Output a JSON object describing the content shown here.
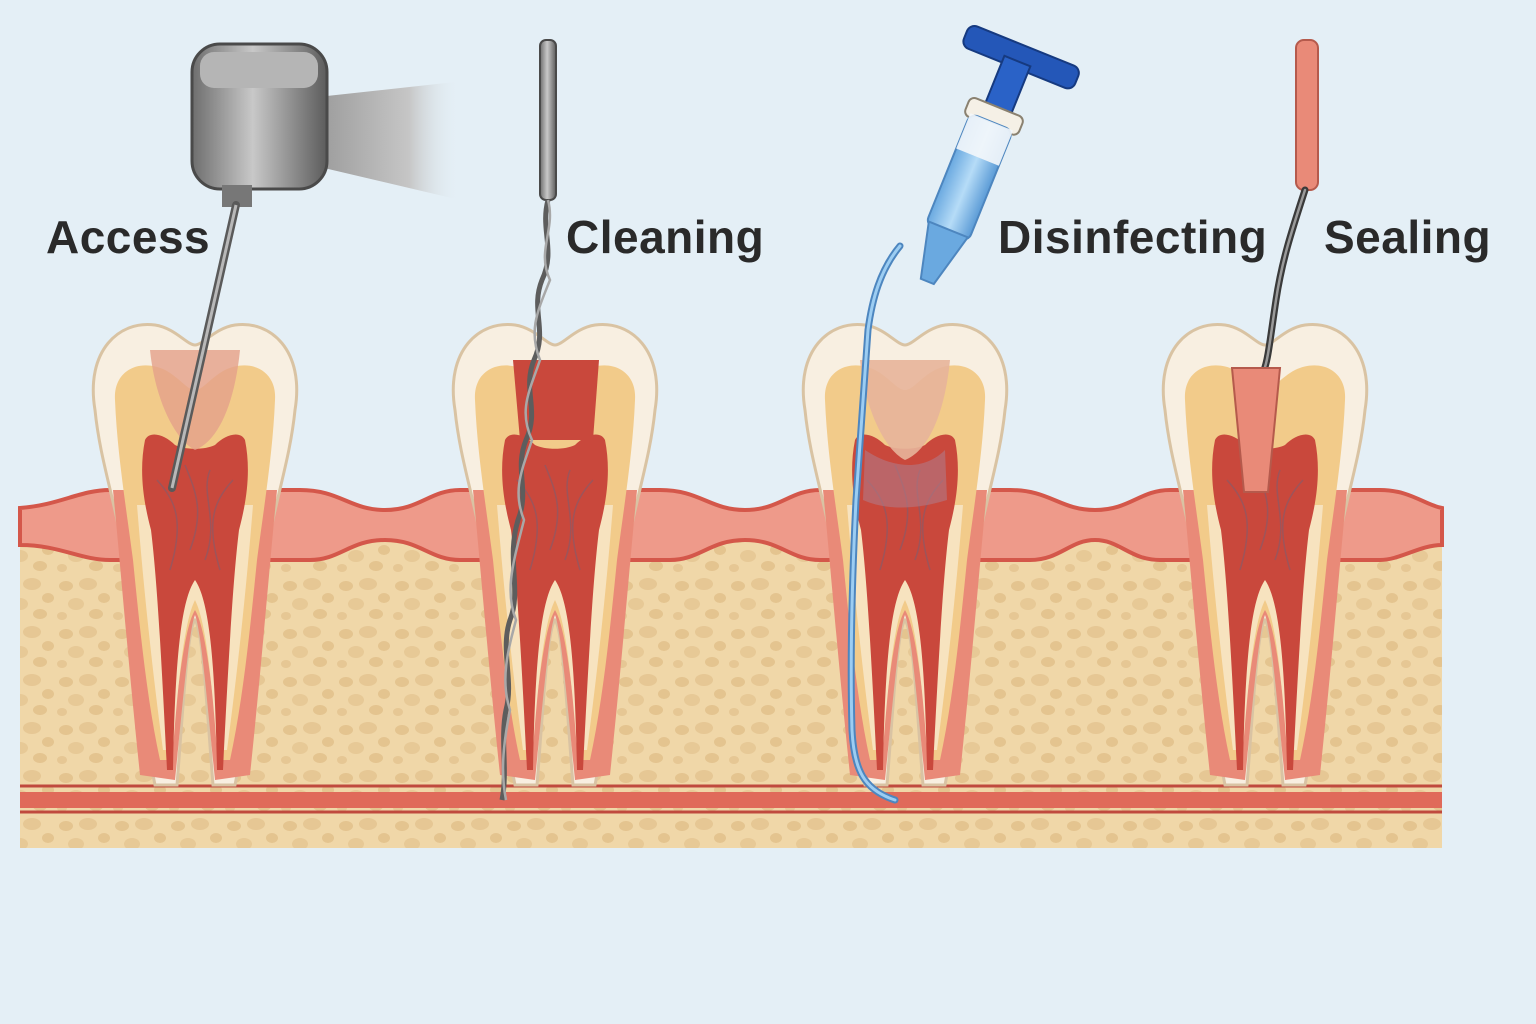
{
  "steps": [
    {
      "label": "Access",
      "instrument": "dental-handpiece"
    },
    {
      "label": "Cleaning",
      "instrument": "endodontic-file"
    },
    {
      "label": "Disinfecting",
      "instrument": "irrigation-syringe"
    },
    {
      "label": "Sealing",
      "instrument": "gutta-percha-carrier"
    }
  ],
  "colors": {
    "background": "#e4eff6",
    "bone": "#f0d7a8",
    "bone_pore": "#e3c18a",
    "gum": "#ee9a8a",
    "gum_edge": "#d4574a",
    "enamel": "#f8efe1",
    "dentin": "#f2cb8a",
    "pulp": "#c9483c",
    "root_sheath": "#e98a78",
    "metal": "#9a9a9a",
    "syringe_blue": "#2457b8",
    "irrigant": "#86c1ec",
    "gutta_percha": "#e98a78",
    "label_text": "#2a2a2a"
  }
}
